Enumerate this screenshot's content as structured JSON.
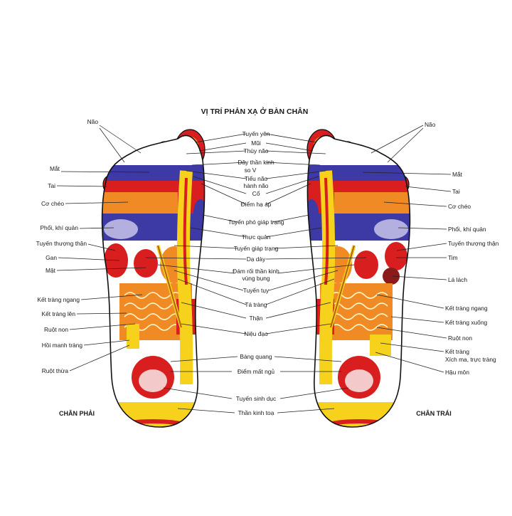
{
  "title": "VỊ TRÍ PHẢN XẠ Ở BÀN CHÂN",
  "left_foot_label": "CHÂN PHẢI",
  "right_foot_label": "CHÂN TRÁI",
  "center_labels": [
    "Tuyến yên",
    "Mũi",
    "Thùy não",
    "Dây thần kinh",
    "so V",
    "Tiểu não",
    "hành não",
    "Cổ",
    "Điểm hạ áp",
    "Tuyến phó giáp trạng",
    "Thực quản",
    "Tuyến giáp trạng",
    "Dạ dày",
    "Đám rối thần kinh",
    "vùng bụng",
    "Tuyến tụy",
    "Tá tràng",
    "Thận",
    "Niệu đạo",
    "Bàng quang",
    "Điểm mất ngủ",
    "Tuyến sinh dục",
    "Thần kinh toạ"
  ],
  "left_labels": [
    "Não",
    "Mắt",
    "Tai",
    "Cơ chéo",
    "Phổi, khí quản",
    "Tuyến thượng thận",
    "Gan",
    "Mật",
    "Kết tràng ngang",
    "Kết tràng lên",
    "Ruột non",
    "Hồi manh tràng",
    "Ruột thừa"
  ],
  "right_labels": [
    "Não",
    "Mắt",
    "Tai",
    "Cơ chéo",
    "Phổi, khí quản",
    "Tuyến thượng thận",
    "Tim",
    "Lá lách",
    "Kết tràng ngang",
    "Kết tràng xuống",
    "Ruột non",
    "Kết tràng",
    "Xích ma, trực tràng",
    "Hậu môn"
  ],
  "colors": {
    "red": "#d81e1e",
    "orange": "#f08a24",
    "yellow": "#f6d21c",
    "blue": "#3d3aa6",
    "dark": "#8b1a1a"
  }
}
